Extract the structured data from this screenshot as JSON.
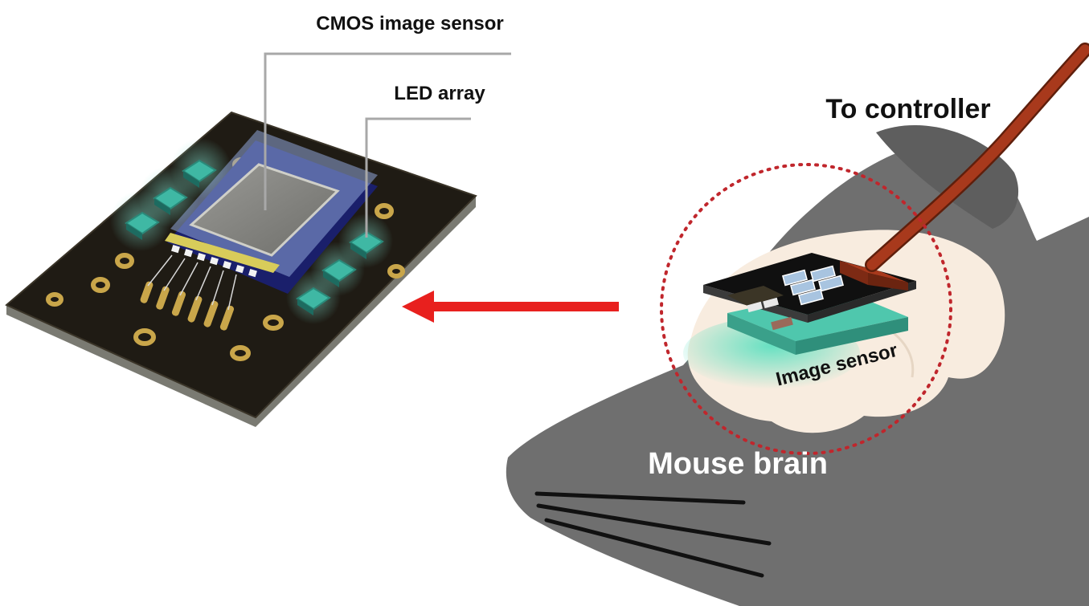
{
  "labels": {
    "cmos": "CMOS image sensor",
    "led": "LED array",
    "controller": "To controller",
    "sensor": "Image sensor",
    "brain": "Mouse brain"
  },
  "colors": {
    "arrow": "#e8201e",
    "circle": "#c0262c",
    "head": "#6f6f6f",
    "brain": "#f8ecdf",
    "cable": "#a8391c",
    "board": "#1f1b14",
    "led": "#3fb8a4",
    "sensor_glow": "#5fe0c0"
  }
}
